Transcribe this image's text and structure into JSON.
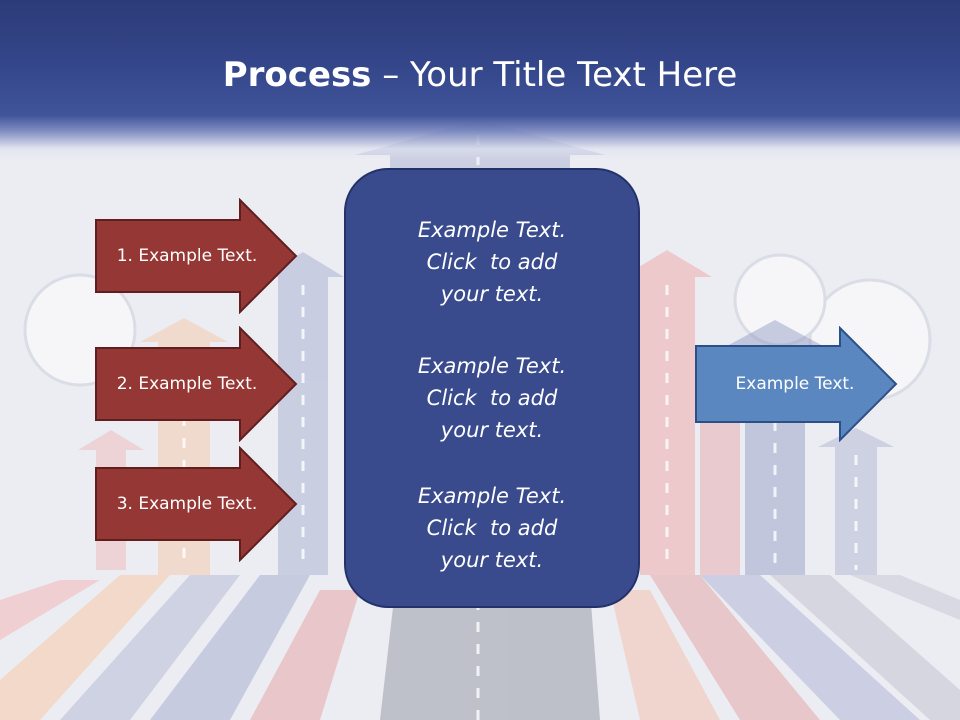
{
  "slide": {
    "title": {
      "bold": "Process",
      "rest": " – Your Title Text Here"
    },
    "left_arrows": [
      {
        "label": "1. Example Text."
      },
      {
        "label": "2. Example Text."
      },
      {
        "label": "3. Example Text."
      }
    ],
    "center_panel": {
      "blocks": [
        {
          "text": "Example Text.\nClick  to add\nyour text."
        },
        {
          "text": "Example Text.\nClick  to add\nyour text."
        },
        {
          "text": "Example Text.\nClick  to add\nyour text."
        }
      ]
    },
    "right_arrow": {
      "label": "Example Text."
    },
    "colors": {
      "header": "#34468a",
      "left_arrow_fill": "#953735",
      "left_arrow_border": "#5e1f1e",
      "panel_fill": "#3a4b8d",
      "right_arrow_fill": "#5b87c0",
      "right_arrow_border": "#2b4f86"
    }
  }
}
